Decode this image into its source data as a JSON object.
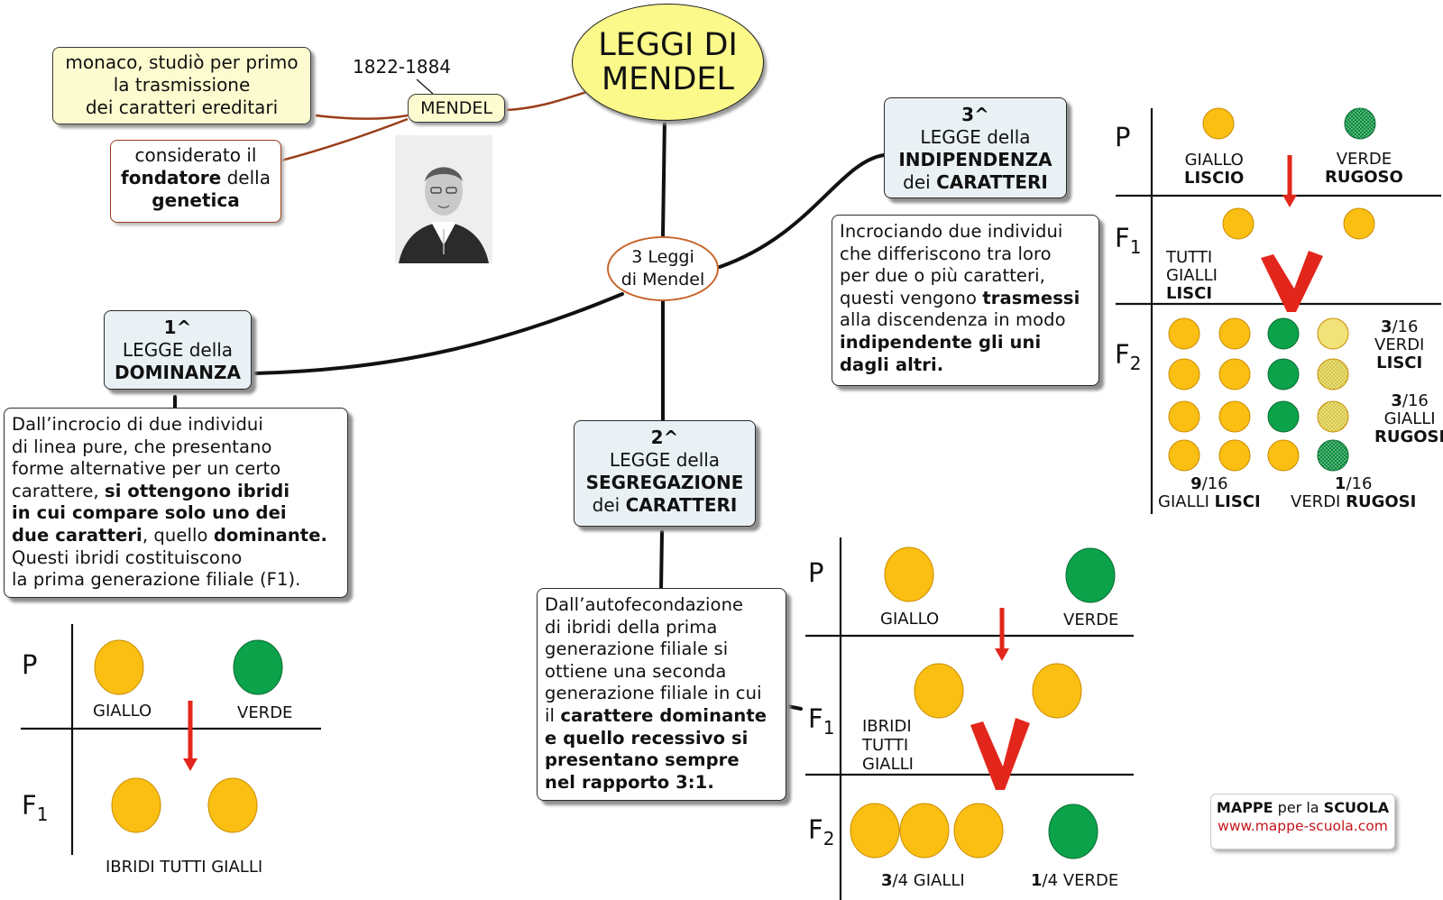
{
  "title": {
    "line1": "LEGGI DI",
    "line2": "MENDEL"
  },
  "mendel": {
    "label": "MENDEL",
    "years": "1822-1884",
    "monk_line1": "monaco, studiò per primo",
    "monk_line2": "la trasmissione",
    "monk_line3": "dei caratteri ereditari",
    "founder_line1": "considerato il",
    "founder_bold1": "fondatore",
    "founder_rest": " della",
    "founder_bold2": "genetica"
  },
  "hub": {
    "line1": "3 Leggi",
    "line2": "di Mendel"
  },
  "law1": {
    "num": "1^",
    "line2": "LEGGE della",
    "bold": "DOMINANZA",
    "desc": {
      "t1": "Dall’incrocio di due individui",
      "t2": "di linea pure, che presentano",
      "t3": "forme alternative per un certo",
      "t4": "carattere, ",
      "b1": "si ottengono ibridi",
      "b2": "in cui compare solo uno dei",
      "b3": "due caratteri",
      "t5": ", quello ",
      "b4": "dominante.",
      "t6": "Questi ibridi costituiscono",
      "t7": "la prima generazione filiale (F1)."
    }
  },
  "law2": {
    "num": "2^",
    "line2": "LEGGE della",
    "bold": "SEGREGAZIONE",
    "pre": "dei ",
    "bold2": "CARATTERI",
    "desc": {
      "t1": "Dall’autofecondazione",
      "t2": "di ibridi della prima",
      "t3": "generazione filiale si",
      "t4": "ottiene una seconda",
      "t5": "generazione filiale in cui",
      "t6": "il ",
      "b1": "carattere dominante",
      "b2": "e quello recessivo si",
      "b3": "presentano sempre",
      "b4": "nel rapporto 3:1."
    }
  },
  "law3": {
    "num": "3^",
    "line2": "LEGGE della",
    "bold": "INDIPENDENZA",
    "pre": "dei ",
    "bold2": "CARATTERI",
    "desc": {
      "t1": "Incrociando due individui",
      "t2": "che differiscono tra loro",
      "t3": "per due o più caratteri,",
      "t4": "questi vengono ",
      "b1": "trasmessi",
      "t5": "alla discendenza in modo",
      "b2": "indipendente gli uni",
      "b3": "dagli altri."
    }
  },
  "gen": {
    "p": "P",
    "f": "F",
    "s1": "1",
    "s2": "2"
  },
  "diagram1": {
    "giallo": "GIALLO",
    "verde": "VERDE",
    "ibridi": "IBRIDI TUTTI GIALLI"
  },
  "diagram2": {
    "giallo": "GIALLO",
    "verde": "VERDE",
    "ib1": "IBRIDI",
    "ib2": "TUTTI",
    "ib3": "GIALLI",
    "r1n": "3",
    "r1t": "/4 GIALLI",
    "r2n": "1",
    "r2t": "/4 VERDE"
  },
  "diagram3": {
    "giallo": "GIALLO",
    "liscio": "LISCIO",
    "verde": "VERDE",
    "rugoso": "RUGOSO",
    "tutti": "TUTTI",
    "gialli": "GIALLI",
    "lisci": "LISCI",
    "a_n": "3",
    "a_t": "/16",
    "a_2": "VERDI",
    "a_3": "LISCI",
    "b_n": "3",
    "b_t": "/16",
    "b_2": "GIALLI",
    "b_3": "RUGOSI",
    "c_n": "9",
    "c_t": "/16",
    "c_2": "GIALLI ",
    "c_3": "LISCI",
    "d_n": "1",
    "d_t": "/16",
    "d_2": "VERDI ",
    "d_3": "RUGOSI"
  },
  "credit": {
    "a1": "MAPPE",
    "a2": " per la ",
    "a3": "SCUOLA",
    "url": "www.mappe-scuola.com"
  },
  "colors": {
    "yellow": "#fbbf13",
    "green": "#0ba24a",
    "pale_yellow": "#f1e27a",
    "arrow": "#e3261b",
    "title_fill": "#fbf98a",
    "law_fill": "#e9f1f4",
    "note_fill": "#fdfcd0",
    "link_brown": "#9b3e1a"
  },
  "icons": [
    "mendel-portrait",
    "down-arrow-icon",
    "v-arrow-icon",
    "pea-icon"
  ]
}
